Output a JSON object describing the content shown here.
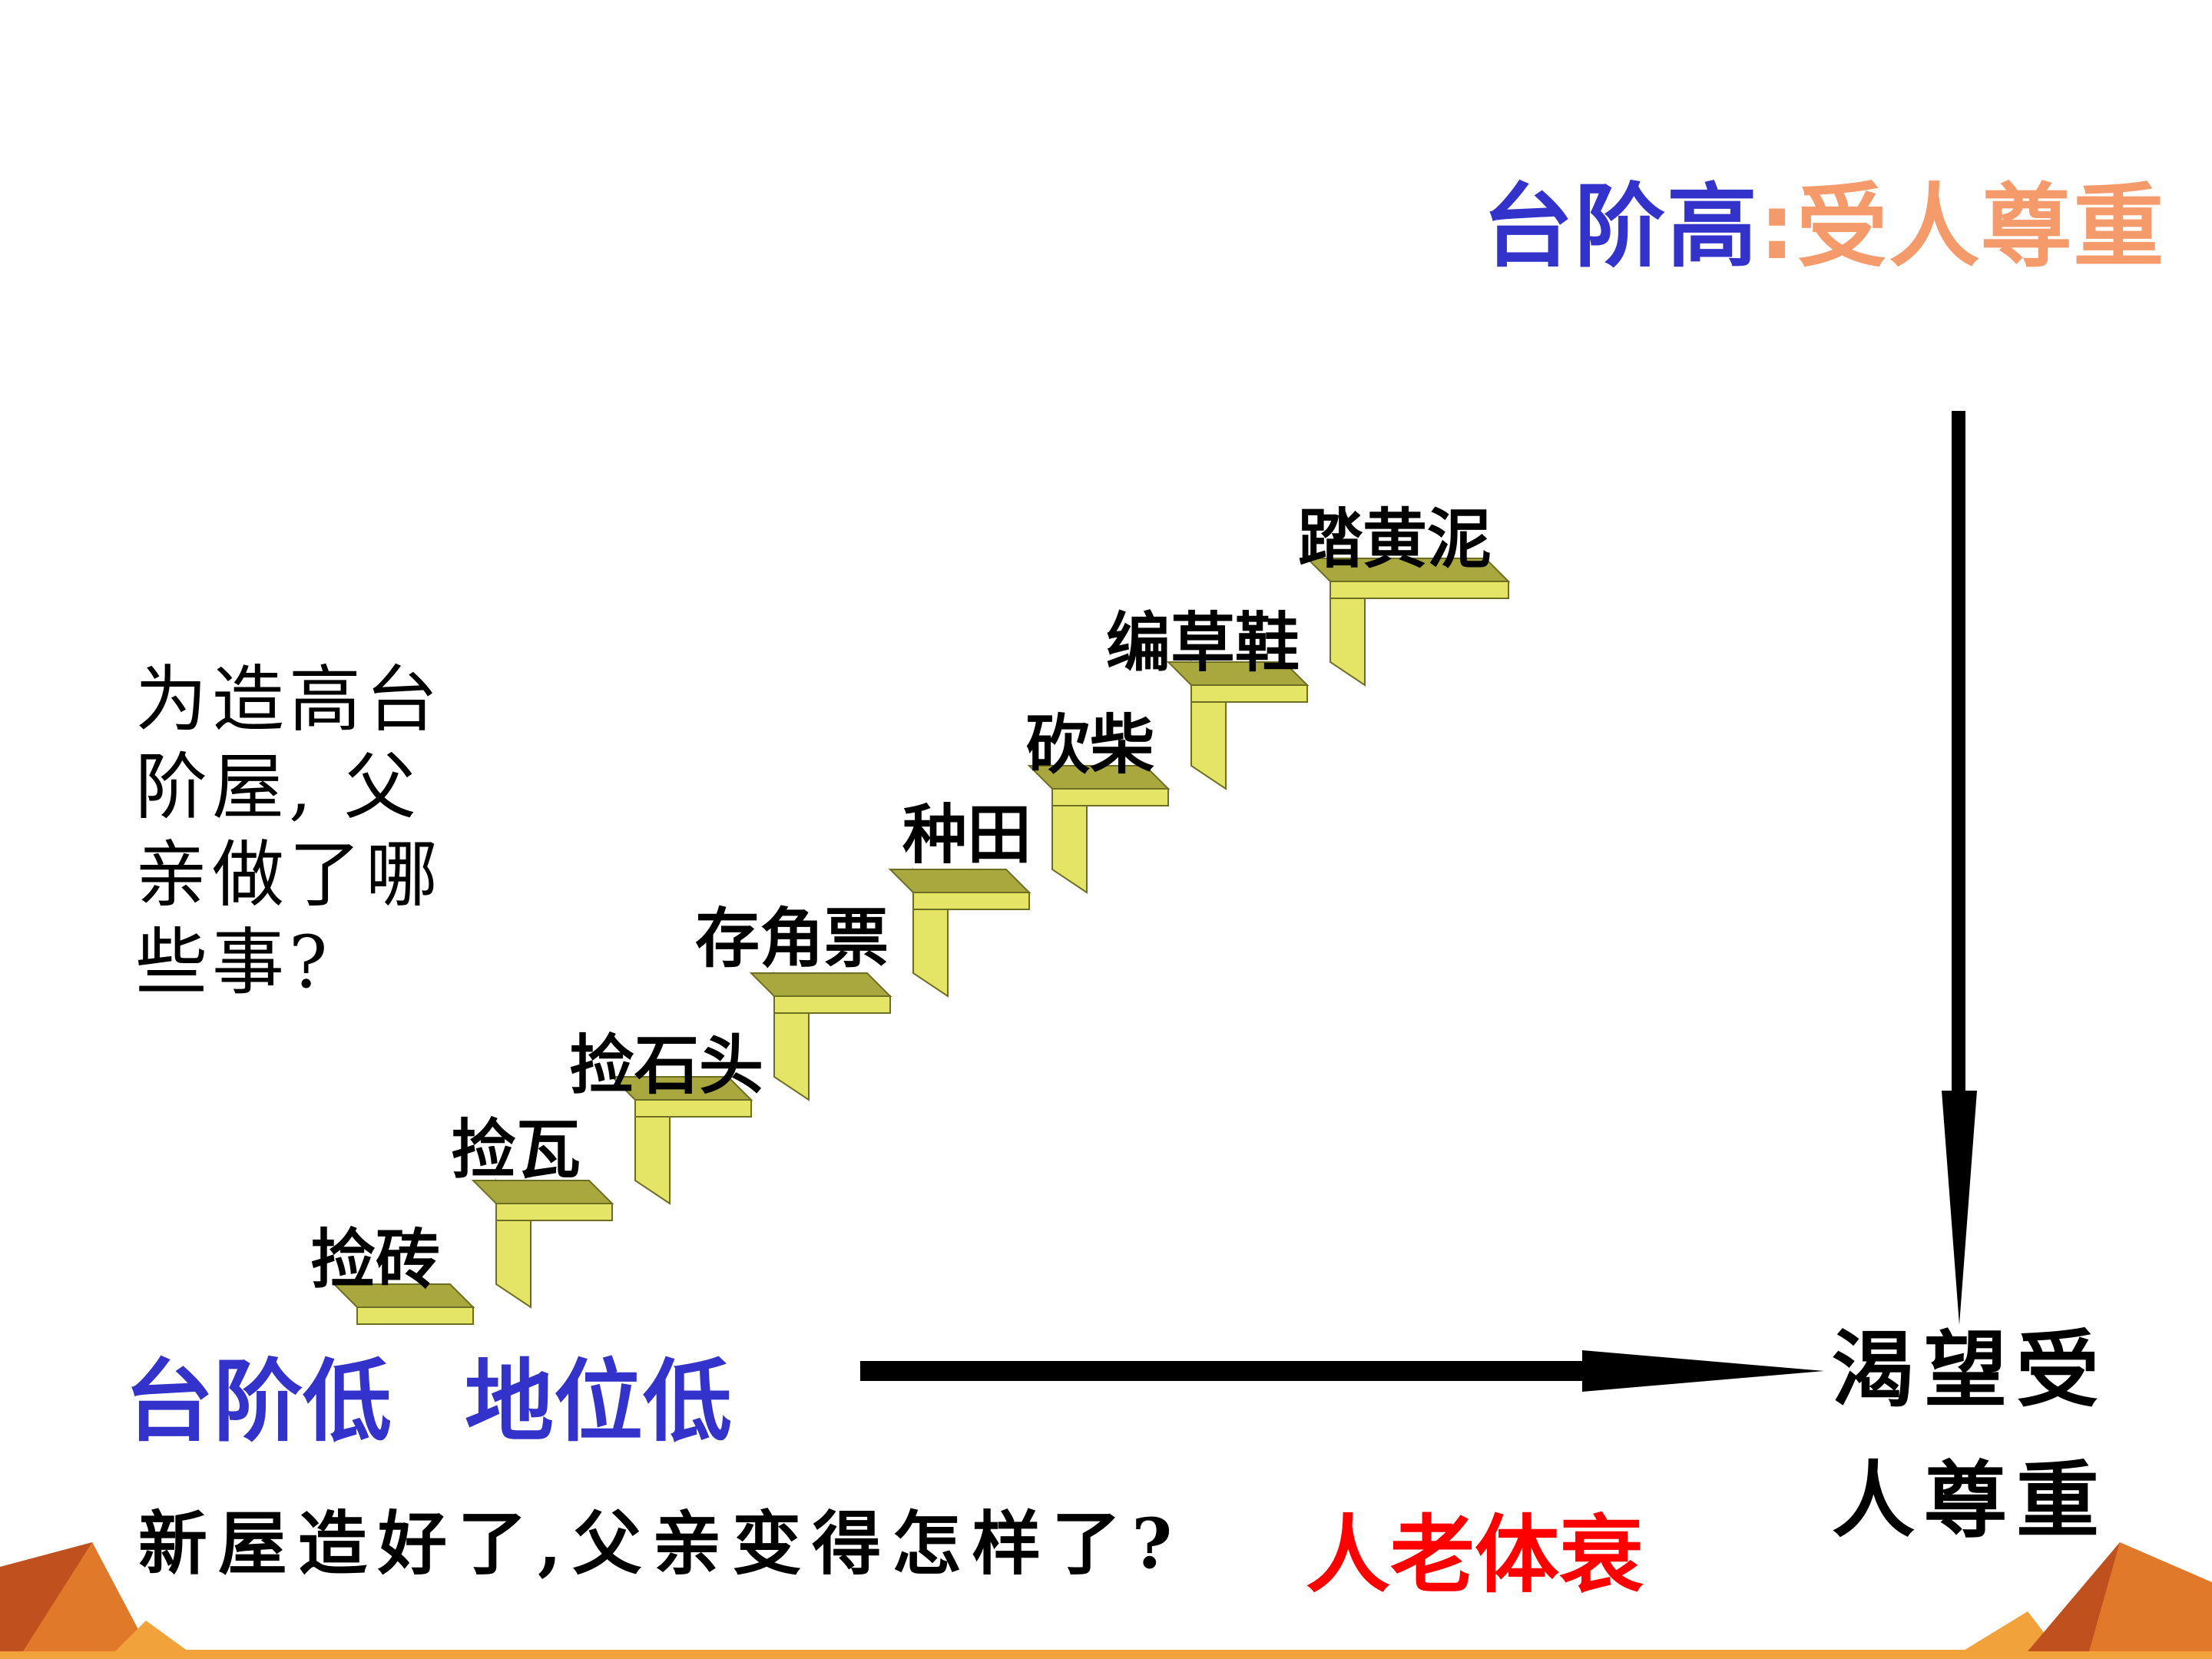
{
  "colors": {
    "blue": "#3333cc",
    "orange": "#f59a6b",
    "red": "#ff0000",
    "step_top": "#a8a83e",
    "step_front": "#e4e466",
    "step_edge": "#6e6e22",
    "deco_dark": "#c0501e",
    "deco_light": "#f2a23a"
  },
  "title_high": {
    "part1": "台阶高",
    "colon": ":",
    "part2": "受人尊重"
  },
  "question_left": "为造高台阶屋, 父亲做了哪些事?",
  "steps": [
    "捡砖",
    "捡瓦",
    "捡石头",
    "存角票",
    "种田",
    "砍柴",
    "编草鞋",
    "踏黄泥"
  ],
  "low_labels": {
    "step_low": "台阶低",
    "status_low": "地位低"
  },
  "result_text": "渴望受人尊重",
  "bottom_question": "新屋造好了,父亲变得怎样了?",
  "bottom_answer": "人老体衰"
}
